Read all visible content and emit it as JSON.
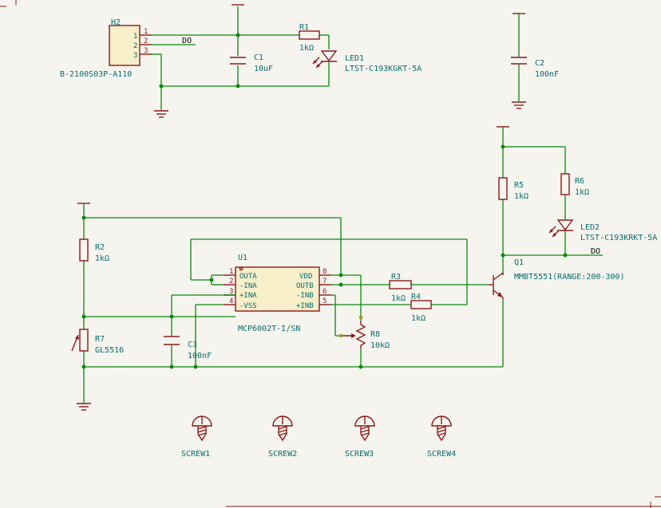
{
  "colors": {
    "wire": "#0a8a0a",
    "component": "#8b1a1a",
    "text": "#0a6b6b",
    "background": "#f5f4ef"
  },
  "h2": {
    "ref": "H2",
    "value": "B-2100S03P-A110",
    "pins": [
      "1",
      "2",
      "3"
    ]
  },
  "net_do_top": "DO",
  "net_do_right": "DO",
  "c1": {
    "ref": "C1",
    "value": "10uF"
  },
  "r1": {
    "ref": "R1",
    "value": "1kΩ"
  },
  "led1": {
    "ref": "LED1",
    "value": "LTST-C193KGKT-5A"
  },
  "c2": {
    "ref": "C2",
    "value": "100nF"
  },
  "r2": {
    "ref": "R2",
    "value": "1kΩ"
  },
  "r7": {
    "ref": "R7",
    "value": "GL5516"
  },
  "c3": {
    "ref": "C3",
    "value": "100nF"
  },
  "u1": {
    "ref": "U1",
    "value": "MCP6002T-I/SN",
    "pins_left": [
      {
        "num": "1",
        "label": "OUTA"
      },
      {
        "num": "2",
        "label": "-INA"
      },
      {
        "num": "3",
        "label": "+INA"
      },
      {
        "num": "4",
        "label": "-VSS"
      }
    ],
    "pins_right": [
      {
        "num": "8",
        "label": "VDD"
      },
      {
        "num": "7",
        "label": "OUTB"
      },
      {
        "num": "6",
        "label": "-INB"
      },
      {
        "num": "5",
        "label": "+INB"
      }
    ]
  },
  "r3": {
    "ref": "R3",
    "value": "1kΩ"
  },
  "r4": {
    "ref": "R4",
    "value": "1kΩ"
  },
  "r8": {
    "ref": "R8",
    "value": "10kΩ"
  },
  "r5": {
    "ref": "R5",
    "value": "1kΩ"
  },
  "r6": {
    "ref": "R6",
    "value": "1kΩ"
  },
  "led2": {
    "ref": "LED2",
    "value": "LTST-C193KRKT-5A"
  },
  "q1": {
    "ref": "Q1",
    "value": "MMBT5551(RANGE:200-300)"
  },
  "screws": [
    "SCREW1",
    "SCREW2",
    "SCREW3",
    "SCREW4"
  ]
}
